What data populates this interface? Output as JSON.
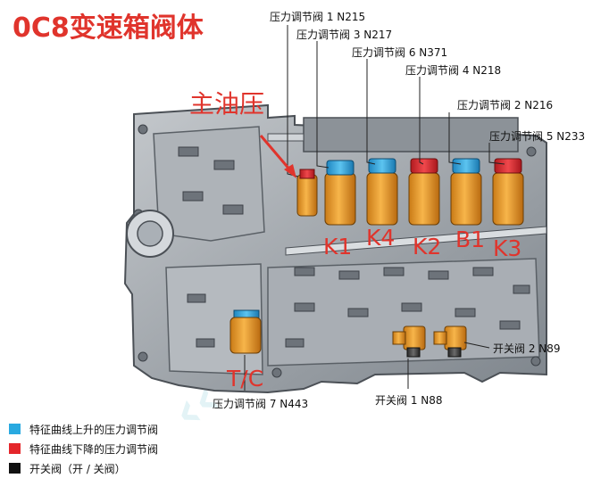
{
  "title": "0C8变速箱阀体",
  "main_pressure_label": "主油压",
  "valves": [
    {
      "text": "压力调节阀 1 N215"
    },
    {
      "text": "压力调节阀 3 N217"
    },
    {
      "text": "压力调节阀 6 N371"
    },
    {
      "text": "压力调节阀 4 N218"
    },
    {
      "text": "压力调节阀 2 N216"
    },
    {
      "text": "压力调节阀 5 N233"
    },
    {
      "text": "压力调节阀 7 N443"
    },
    {
      "text": "开关阀 1 N88"
    },
    {
      "text": "开关阀 2 N89"
    }
  ],
  "clutch_labels": [
    "K1",
    "K4",
    "K2",
    "B1",
    "K3",
    "T/C"
  ],
  "legend": [
    {
      "text": "特征曲线上升的压力调节阀",
      "color": "#29a9e0"
    },
    {
      "text": "特征曲线下降的压力调节阀",
      "color": "#e4262b"
    },
    {
      "text": "开关阀（开 / 关阀）",
      "color": "#111111"
    }
  ],
  "colors": {
    "accent_red": "#e0342c",
    "solenoid_orange": "#f0a030",
    "body_gray": "#9aa0a6"
  }
}
